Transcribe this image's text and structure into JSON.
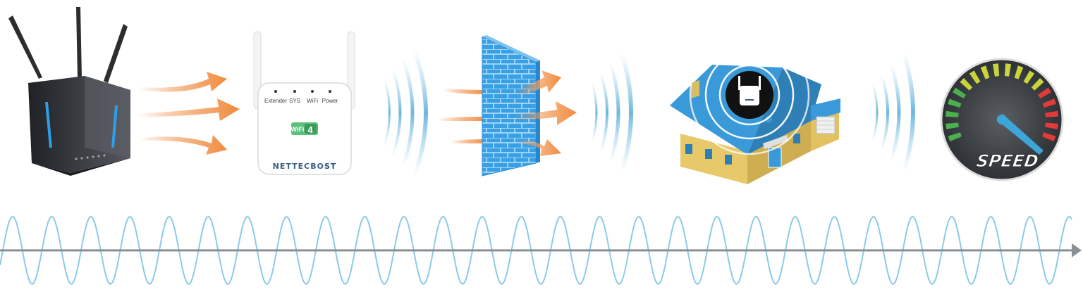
{
  "extender": {
    "indicators": [
      "Extender",
      "SYS",
      "WiFi",
      "Power"
    ],
    "wifi_badge": {
      "word": "WiFi",
      "num": "4"
    },
    "brand": {
      "part1": "NETTECBO",
      "part2": "ST"
    }
  },
  "speedometer": {
    "label": "SPEED"
  },
  "colors": {
    "arrow_orange": "#f08a3c",
    "wave_blue": "#8ccbe8",
    "house_roof": "#3a9ad9",
    "house_wall": "#e8c96a",
    "wall_blue": "#3aa0e6",
    "router_body": "#2d2f33",
    "axis_gray": "#8a8f94",
    "gauge_red": "#e23b3b",
    "gauge_green": "#4caf50"
  },
  "icons": [
    "router-icon",
    "range-extender-icon",
    "brick-wall-icon",
    "house-icon",
    "speedometer-icon"
  ]
}
